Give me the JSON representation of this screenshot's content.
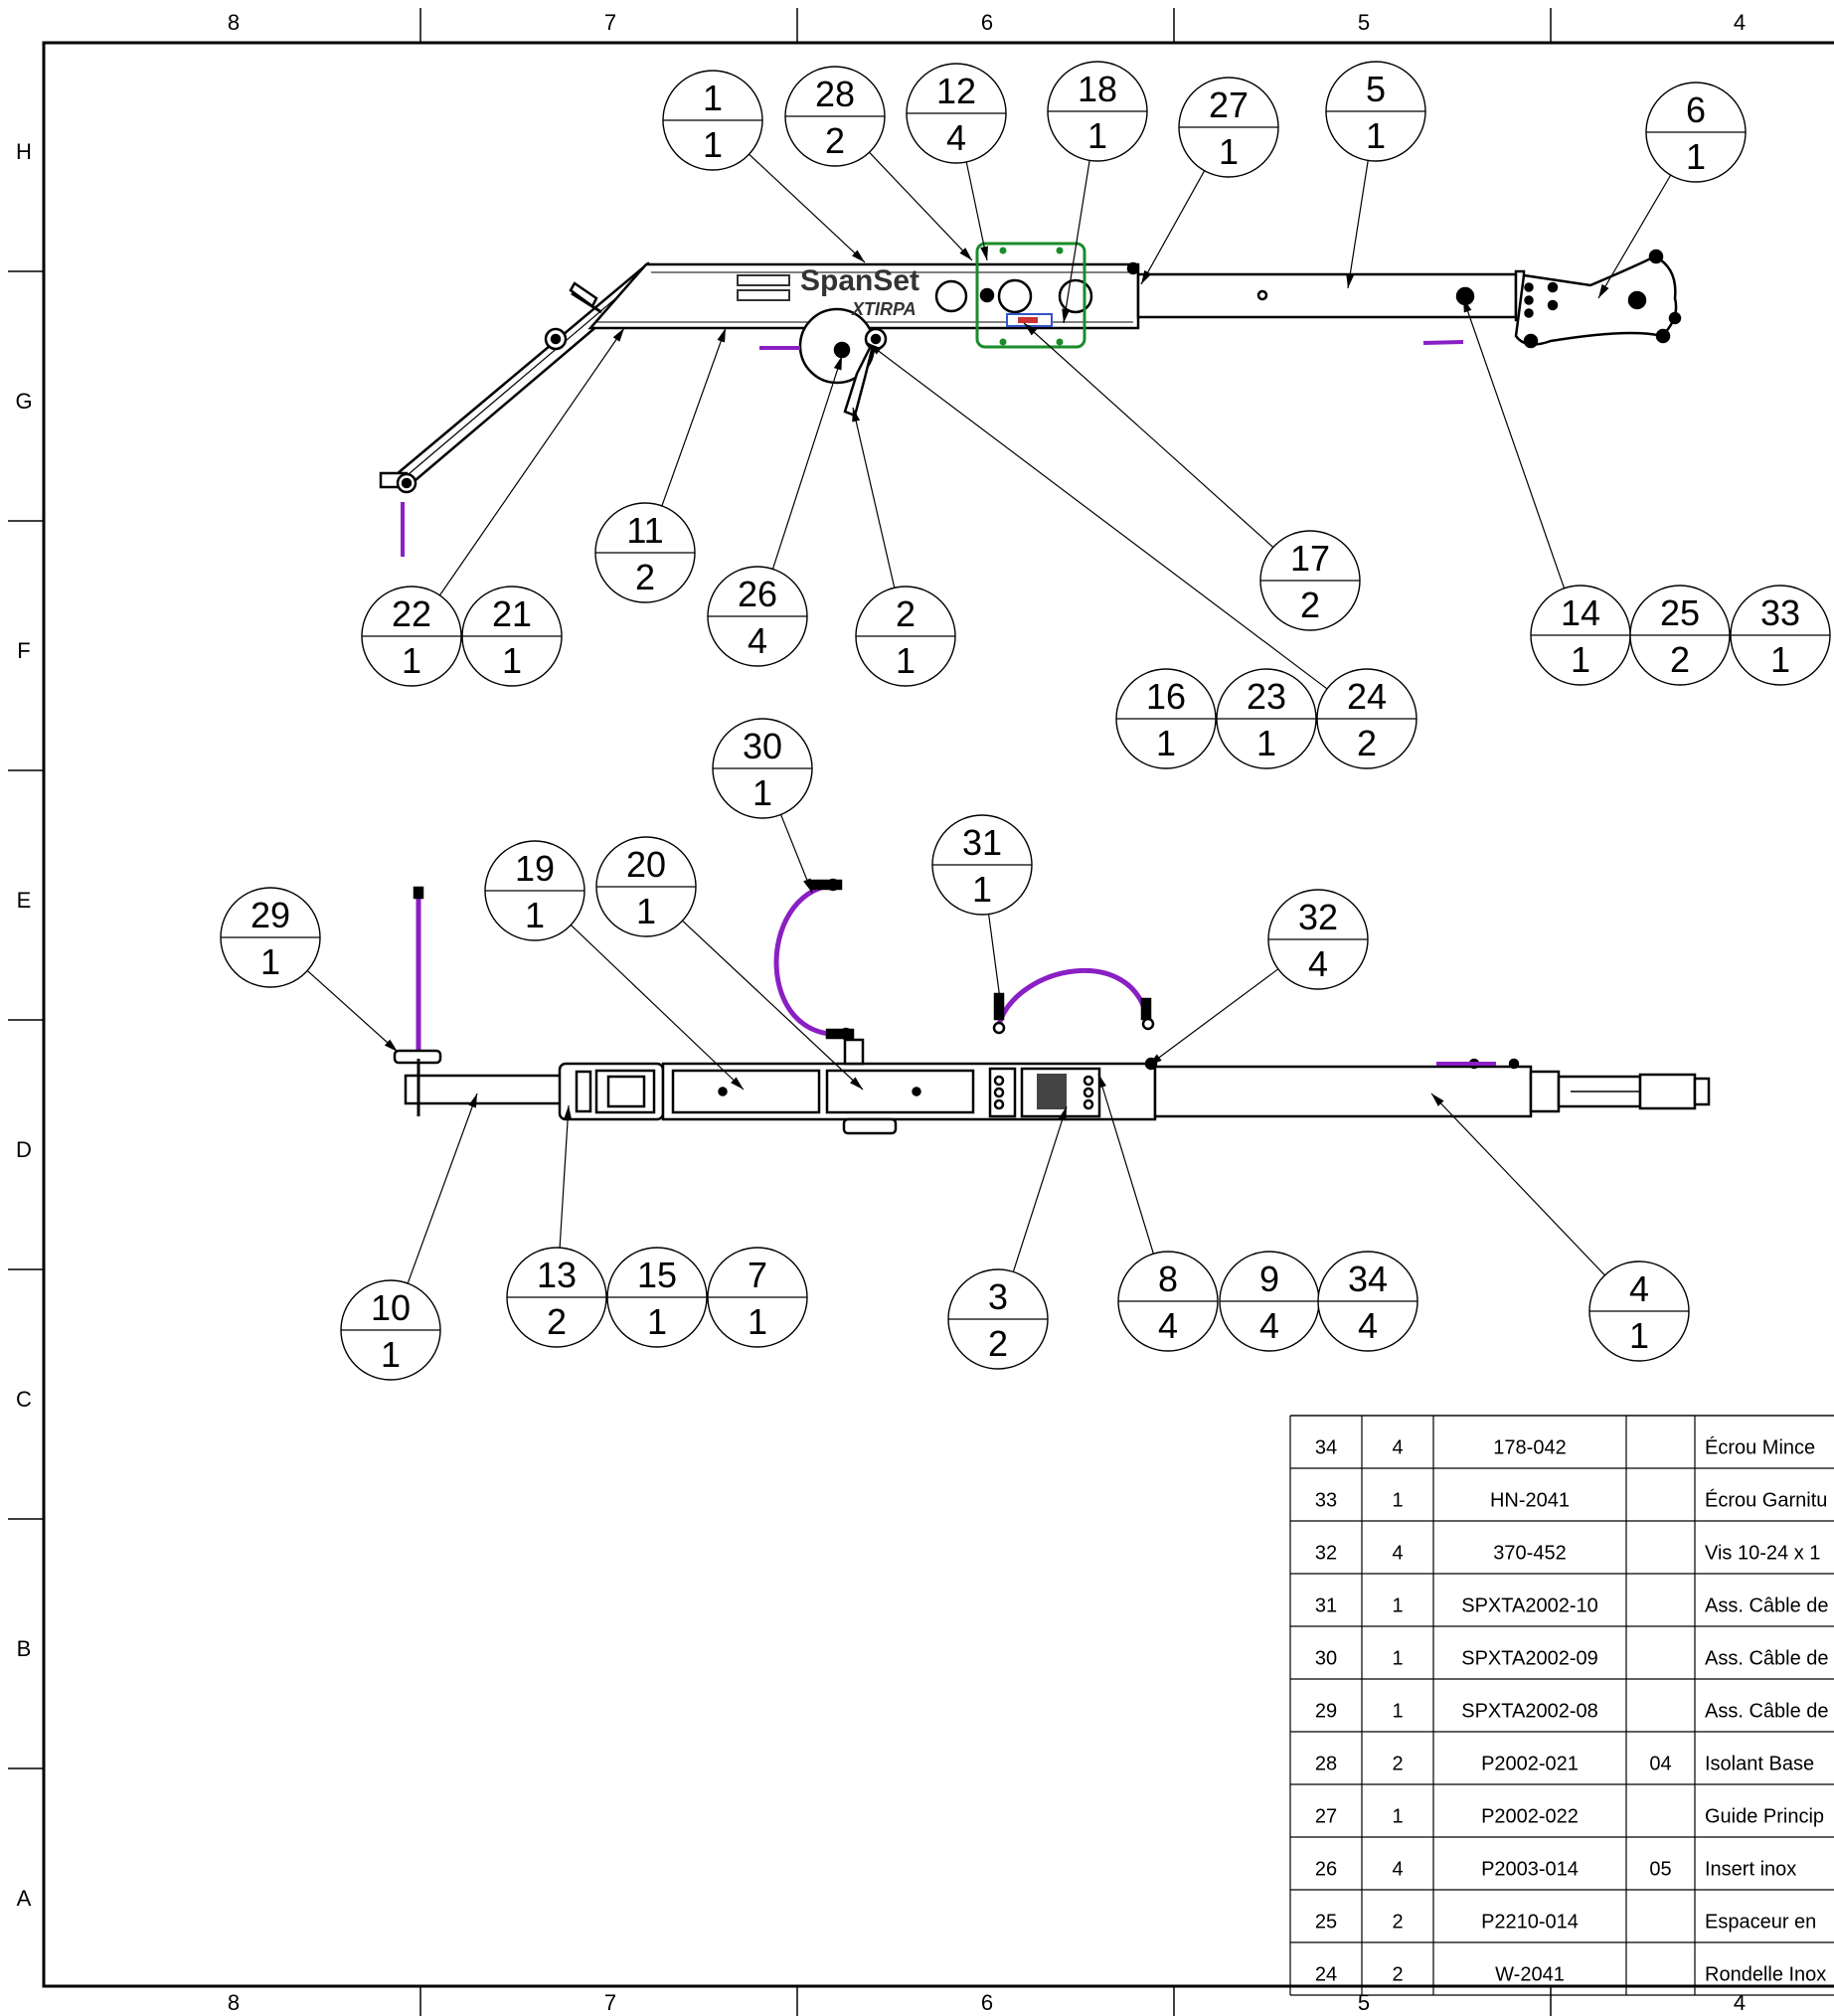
{
  "zones": {
    "columns": [
      "8",
      "7",
      "6",
      "5",
      "4"
    ],
    "rows": [
      "H",
      "G",
      "F",
      "E",
      "D",
      "C",
      "B",
      "A"
    ]
  },
  "logo": {
    "brand": "SpanSet",
    "product": "XTIRPA"
  },
  "balloons": [
    {
      "item": "1",
      "qty": "1"
    },
    {
      "item": "28",
      "qty": "2"
    },
    {
      "item": "12",
      "qty": "4"
    },
    {
      "item": "18",
      "qty": "1"
    },
    {
      "item": "27",
      "qty": "1"
    },
    {
      "item": "5",
      "qty": "1"
    },
    {
      "item": "6",
      "qty": "1"
    },
    {
      "item": "11",
      "qty": "2"
    },
    {
      "item": "17",
      "qty": "2"
    },
    {
      "item": "22",
      "qty": "1"
    },
    {
      "item": "21",
      "qty": "1"
    },
    {
      "item": "26",
      "qty": "4"
    },
    {
      "item": "2",
      "qty": "1"
    },
    {
      "item": "14",
      "qty": "1"
    },
    {
      "item": "25",
      "qty": "2"
    },
    {
      "item": "33",
      "qty": "1"
    },
    {
      "item": "16",
      "qty": "1"
    },
    {
      "item": "23",
      "qty": "1"
    },
    {
      "item": "24",
      "qty": "2"
    },
    {
      "item": "30",
      "qty": "1"
    },
    {
      "item": "31",
      "qty": "1"
    },
    {
      "item": "29",
      "qty": "1"
    },
    {
      "item": "19",
      "qty": "1"
    },
    {
      "item": "20",
      "qty": "1"
    },
    {
      "item": "32",
      "qty": "4"
    },
    {
      "item": "13",
      "qty": "2"
    },
    {
      "item": "15",
      "qty": "1"
    },
    {
      "item": "7",
      "qty": "1"
    },
    {
      "item": "10",
      "qty": "1"
    },
    {
      "item": "3",
      "qty": "2"
    },
    {
      "item": "8",
      "qty": "4"
    },
    {
      "item": "9",
      "qty": "4"
    },
    {
      "item": "34",
      "qty": "4"
    },
    {
      "item": "4",
      "qty": "1"
    }
  ],
  "bom": [
    {
      "item": "34",
      "qty": "4",
      "part": "178-042",
      "rev": "",
      "desc": "Écrou Mince"
    },
    {
      "item": "33",
      "qty": "1",
      "part": "HN-2041",
      "rev": "",
      "desc": "Écrou Garnitu"
    },
    {
      "item": "32",
      "qty": "4",
      "part": "370-452",
      "rev": "",
      "desc": "Vis 10-24 x 1"
    },
    {
      "item": "31",
      "qty": "1",
      "part": "SPXTA2002-10",
      "rev": "",
      "desc": "Ass. Câble de"
    },
    {
      "item": "30",
      "qty": "1",
      "part": "SPXTA2002-09",
      "rev": "",
      "desc": "Ass. Câble de"
    },
    {
      "item": "29",
      "qty": "1",
      "part": "SPXTA2002-08",
      "rev": "",
      "desc": "Ass. Câble de"
    },
    {
      "item": "28",
      "qty": "2",
      "part": "P2002-021",
      "rev": "04",
      "desc": "Isolant Base"
    },
    {
      "item": "27",
      "qty": "1",
      "part": "P2002-022",
      "rev": "",
      "desc": "Guide Princip"
    },
    {
      "item": "26",
      "qty": "4",
      "part": "P2003-014",
      "rev": "05",
      "desc": "Insert inox"
    },
    {
      "item": "25",
      "qty": "2",
      "part": "P2210-014",
      "rev": "",
      "desc": "Espaceur en"
    },
    {
      "item": "24",
      "qty": "2",
      "part": "W-2041",
      "rev": "",
      "desc": "Rondelle Inox"
    }
  ]
}
